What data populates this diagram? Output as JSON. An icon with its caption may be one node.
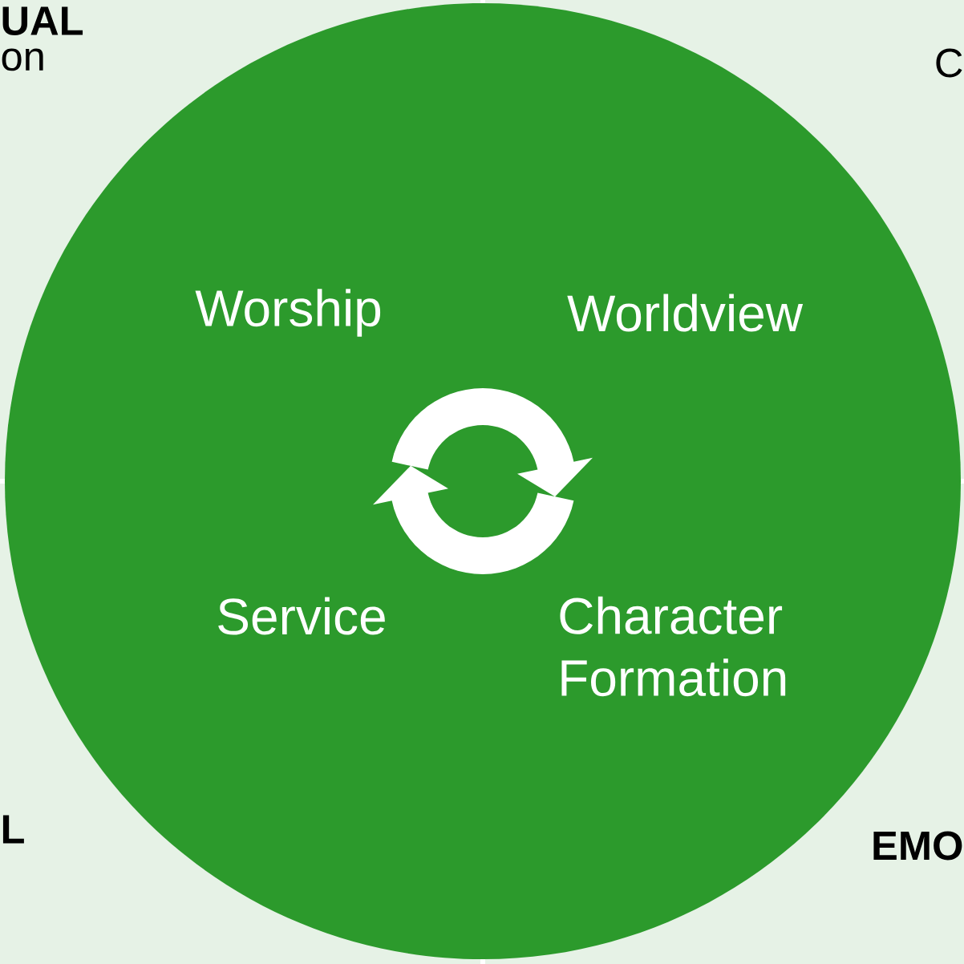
{
  "diagram": {
    "nodes": [
      {
        "text": [
          "Worship"
        ]
      },
      {
        "text": [
          "Worldview"
        ]
      },
      {
        "text": [
          "Service"
        ]
      },
      {
        "text": [
          "Character Formation"
        ]
      }
    ],
    "labels": [
      "UAL",
      "on",
      "C",
      "L",
      "EMO"
    ]
  }
}
